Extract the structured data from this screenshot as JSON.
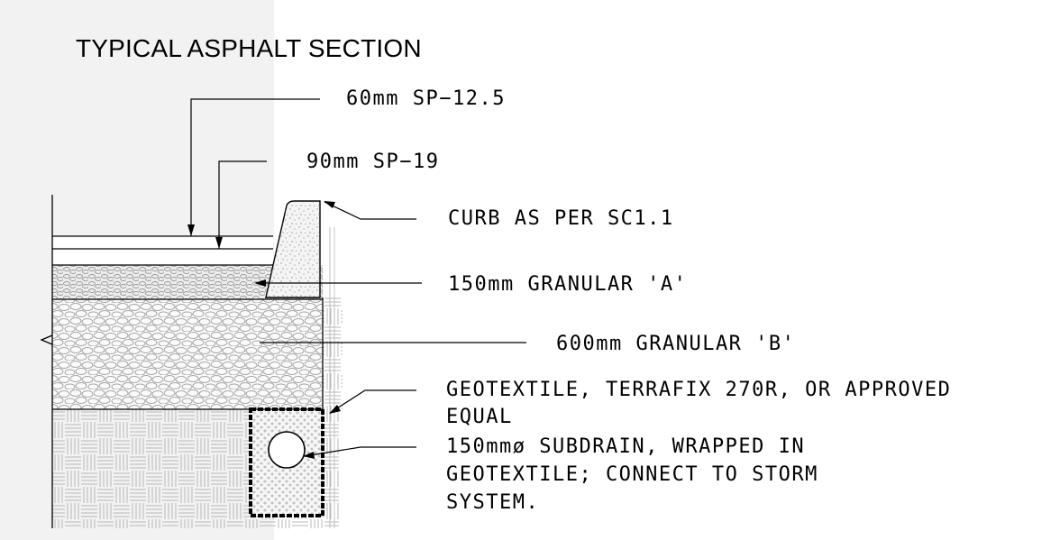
{
  "title": "TYPICAL ASPHALT SECTION",
  "callouts": {
    "surface": "60mm SP−12.5",
    "binder": "90mm SP−19",
    "curb": "CURB AS PER SC1.1",
    "granular_a": "150mm GRANULAR 'A'",
    "granular_b": "600mm GRANULAR 'B'",
    "geotextile_line1": "GEOTEXTILE, TERRAFIX 270R, OR APPROVED",
    "geotextile_line2": "EQUAL",
    "subdrain_line1": "150mmø SUBDRAIN, WRAPPED IN",
    "subdrain_line2": "GEOTEXTILE; CONNECT TO STORM",
    "subdrain_line3": "SYSTEM."
  },
  "colors": {
    "line": "#000000",
    "fill_light": "#f4f4f4",
    "hatch": "#b8b8b8",
    "gravel": "#a6a6a6",
    "background_panel": "#f2f2f2"
  }
}
